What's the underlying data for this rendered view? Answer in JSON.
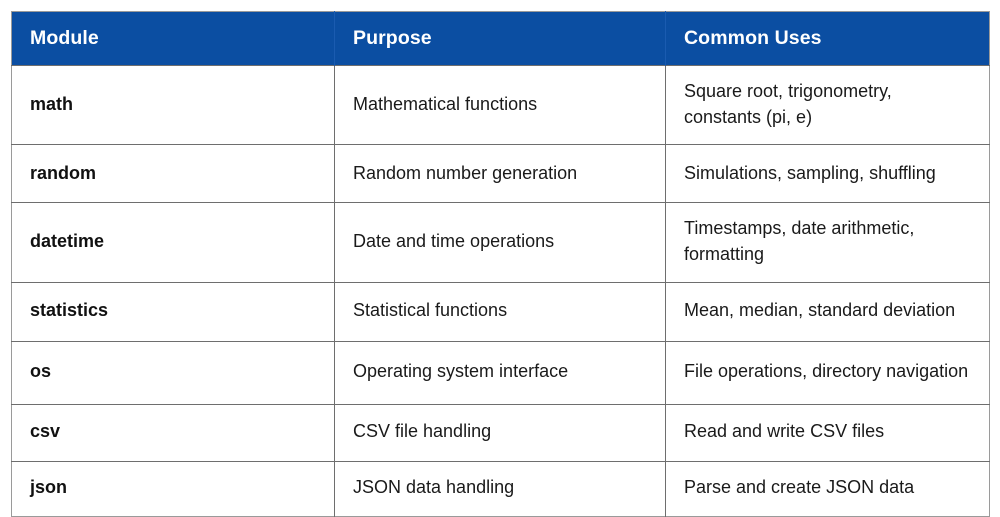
{
  "table": {
    "accent_color": "#0b4ea2",
    "header_text_color": "#ffffff",
    "body_text_color": "#1a1a1a",
    "border_color": "#6e6e6e",
    "columns": [
      {
        "key": "module",
        "label": "Module"
      },
      {
        "key": "purpose",
        "label": "Purpose"
      },
      {
        "key": "uses",
        "label": "Common Uses"
      }
    ],
    "rows": [
      {
        "module": "math",
        "purpose": "Mathematical functions",
        "uses": "Square root, trigonometry, constants (pi, e)"
      },
      {
        "module": "random",
        "purpose": "Random number generation",
        "uses": "Simulations, sampling, shuffling"
      },
      {
        "module": "datetime",
        "purpose": "Date and time operations",
        "uses": "Timestamps, date arithmetic, formatting"
      },
      {
        "module": "statistics",
        "purpose": "Statistical functions",
        "uses": "Mean, median, standard deviation"
      },
      {
        "module": "os",
        "purpose": "Operating system interface",
        "uses": "File operations, directory navigation"
      },
      {
        "module": "csv",
        "purpose": "CSV file handling",
        "uses": "Read and write CSV files"
      },
      {
        "module": "json",
        "purpose": "JSON data handling",
        "uses": "Parse and create JSON data"
      }
    ]
  }
}
